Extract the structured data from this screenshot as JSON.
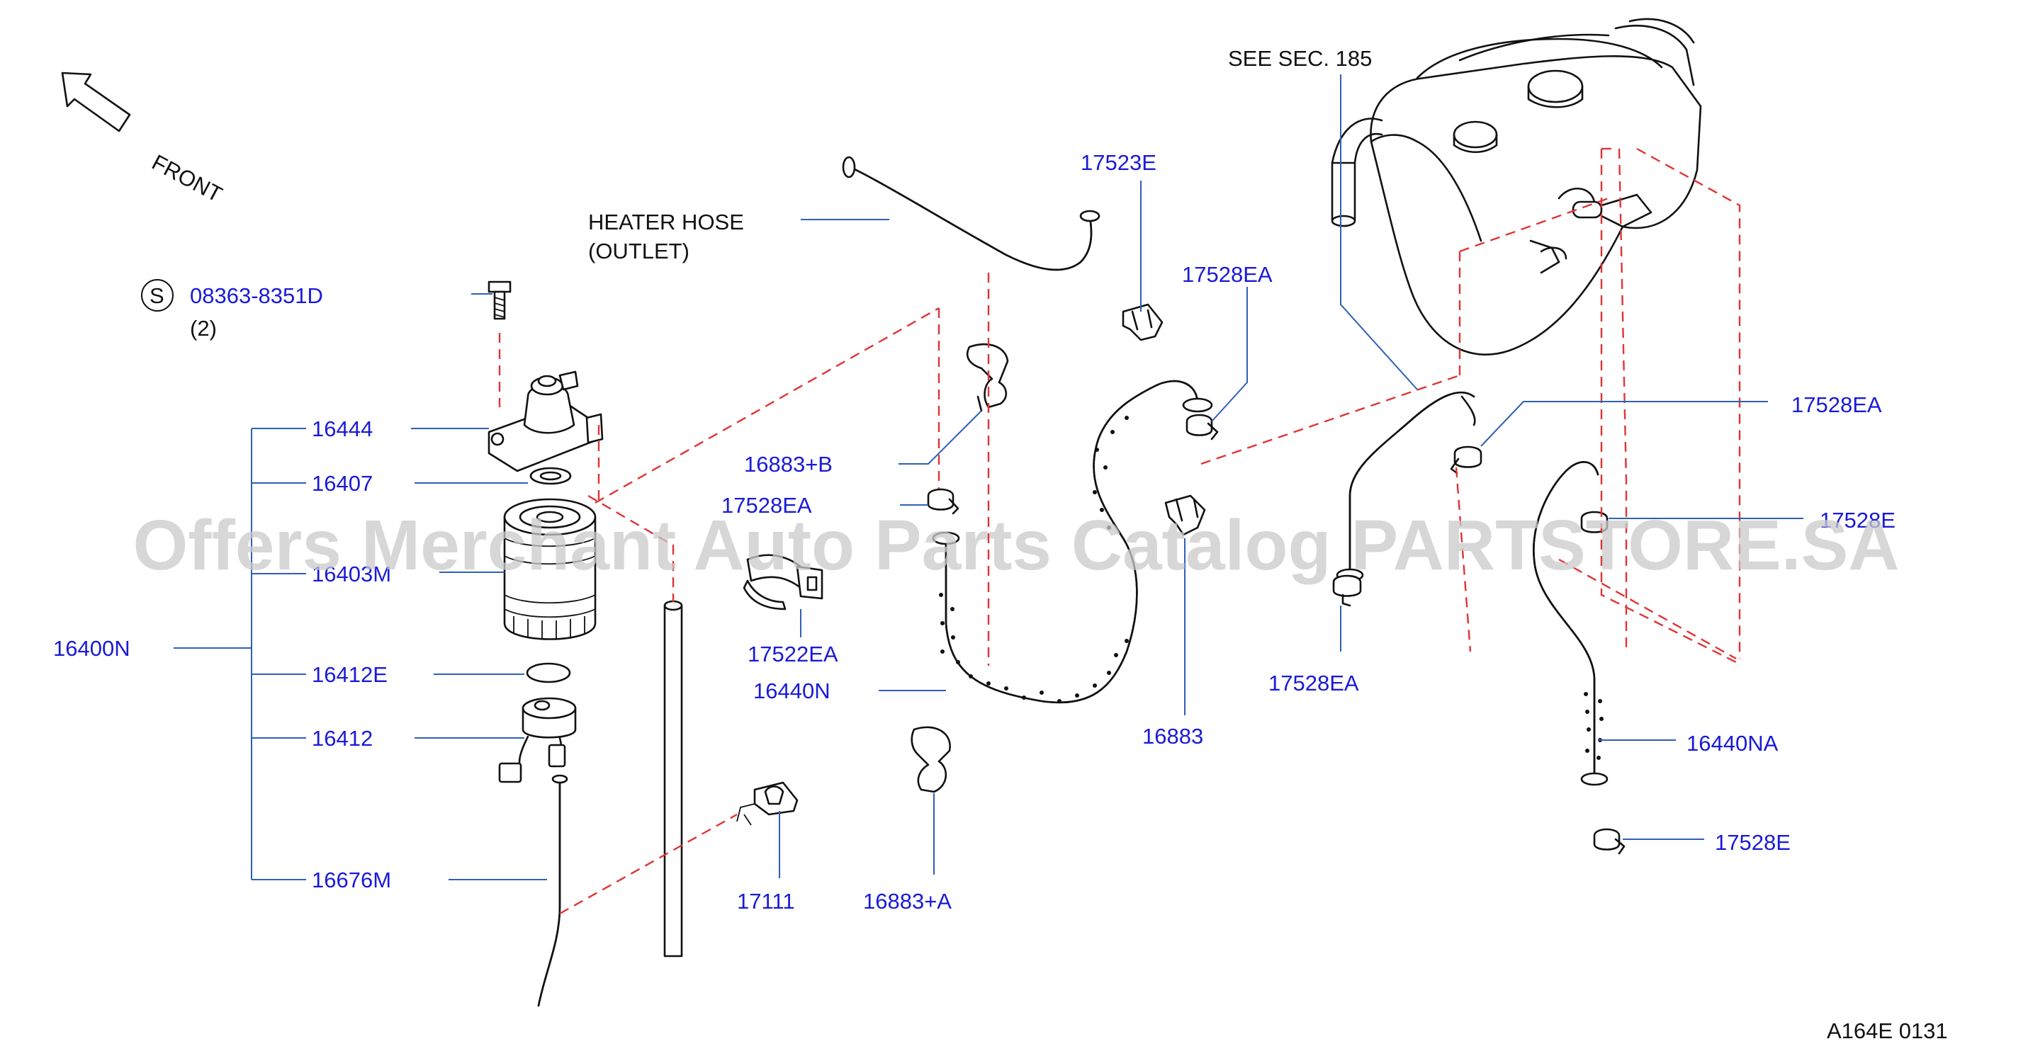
{
  "callouts": {
    "see_sec": "SEE   SEC.   185",
    "heater_hose_1": "HEATER   HOSE",
    "heater_hose_2": "(OUTLET)",
    "front": "FRONT",
    "s_symbol": "S",
    "bolt_part": "08363-8351D",
    "bolt_qty": "(2)",
    "p16444": "16444",
    "p16407": "16407",
    "p16403M": "16403M",
    "p16400N": "16400N",
    "p16412E": "16412E",
    "p16412": "16412",
    "p16676M": "16676M",
    "p16883B": "16883+B",
    "p17528EA_a": "17528EA",
    "p17522EA": "17522EA",
    "p16440N": "16440N",
    "p17111": "17111",
    "p16883A": "16883+A",
    "p17523E": "17523E",
    "p17528EA_b": "17528EA",
    "p16883": "16883",
    "p17528EA_c": "17528EA",
    "p17528EA_d": "17528EA",
    "p17528E_a": "17528E",
    "p16440NA": "16440NA",
    "p17528E_b": "17528E"
  },
  "footer": {
    "code": "A164E   0131"
  },
  "watermark": "Offers Merchant Auto Parts Catalog PARTSTORE.SA",
  "colors": {
    "label": "#1a1ad8",
    "leader": "#2f5fb8",
    "phantom": "#e03434",
    "outline": "#111111",
    "watermark": "#c9c9c9"
  }
}
